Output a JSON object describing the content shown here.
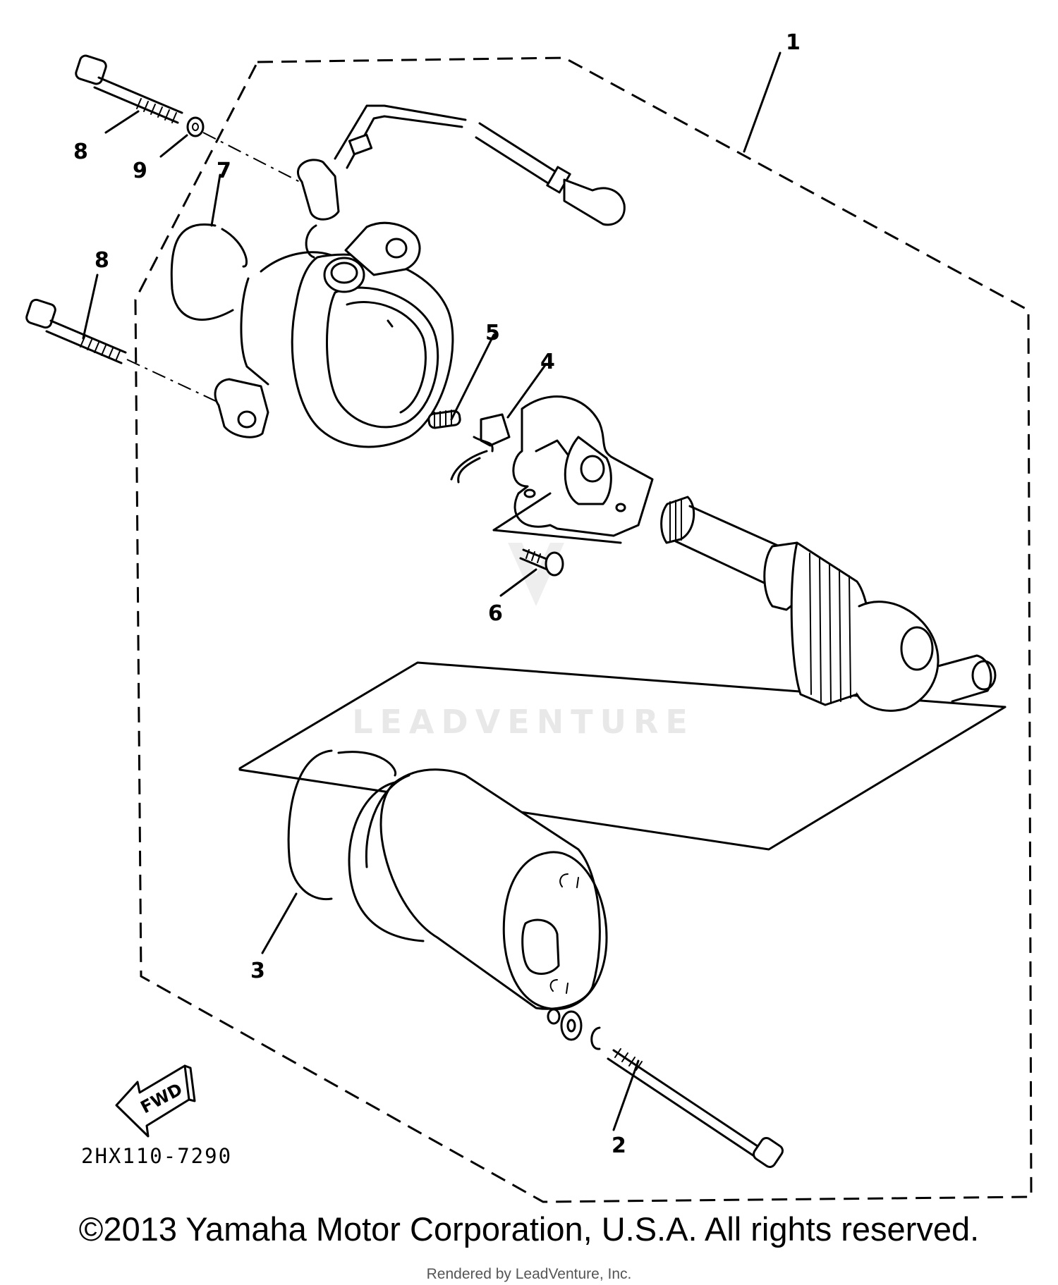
{
  "diagram_code": "2HX110-7290",
  "fwd_label": "FWD",
  "watermark_text": "LEADVENTURE",
  "copyright": "©2013 Yamaha Motor Corporation, U.S.A. All rights reserved.",
  "rendered_by": "Rendered by LeadVenture, Inc.",
  "callouts": {
    "c1": "1",
    "c2": "2",
    "c3": "3",
    "c4": "4",
    "c5": "5",
    "c6": "6",
    "c7": "7",
    "c8a": "8",
    "c8b": "8",
    "c9": "9"
  }
}
